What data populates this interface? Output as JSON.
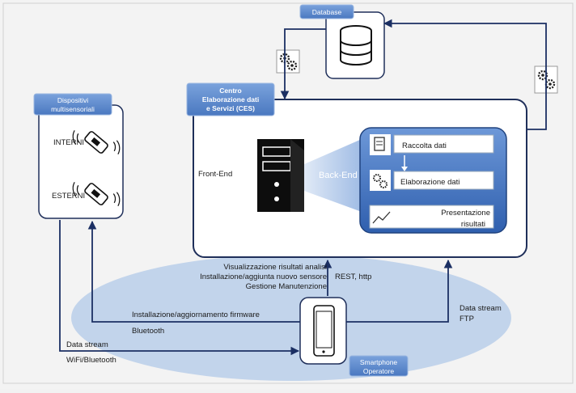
{
  "nodes": {
    "database": "Database",
    "ces_line1": "Centro",
    "ces_line2": "Elaborazione dati",
    "ces_line3": "e Servizi (CES)",
    "devices_line1": "Dispositivi",
    "devices_line2": "multisensoriali",
    "internal": "INTERNI",
    "external": "ESTERNI",
    "front_end": "Front-End",
    "back_end": "Back-End",
    "data_collection": "Raccolta dati",
    "data_processing": "Elaborazione dati",
    "presentation_line1": "Presentazione",
    "presentation_line2": "risultati",
    "smartphone_line1": "Smartphone",
    "smartphone_line2": "Operatore"
  },
  "edges": {
    "visualization": "Visualizzazione risultati analisi",
    "install_sensor": "Installazione/aggiunta nuovo sensore",
    "maintenance": "Gestione Manutenzione",
    "rest": "REST, http",
    "firmware": "Installazione/aggiornamento firmware",
    "bluetooth": "Bluetooth",
    "data_stream_left": "Data stream",
    "wifi_bt": "WiFi/Bluetooth",
    "data_stream_right": "Data stream",
    "ftp": "FTP"
  },
  "icons": [
    "database-cylinder-icon",
    "gears-icon",
    "server-tower-icon",
    "document-icon",
    "trend-line-icon",
    "smartphone-icon",
    "sensor-device-icon"
  ],
  "colors": {
    "accent": "#4f7fc6",
    "deep_blue": "#1b3d7a",
    "ellipse": "#bcd0ea",
    "border": "#1f2f5a"
  }
}
